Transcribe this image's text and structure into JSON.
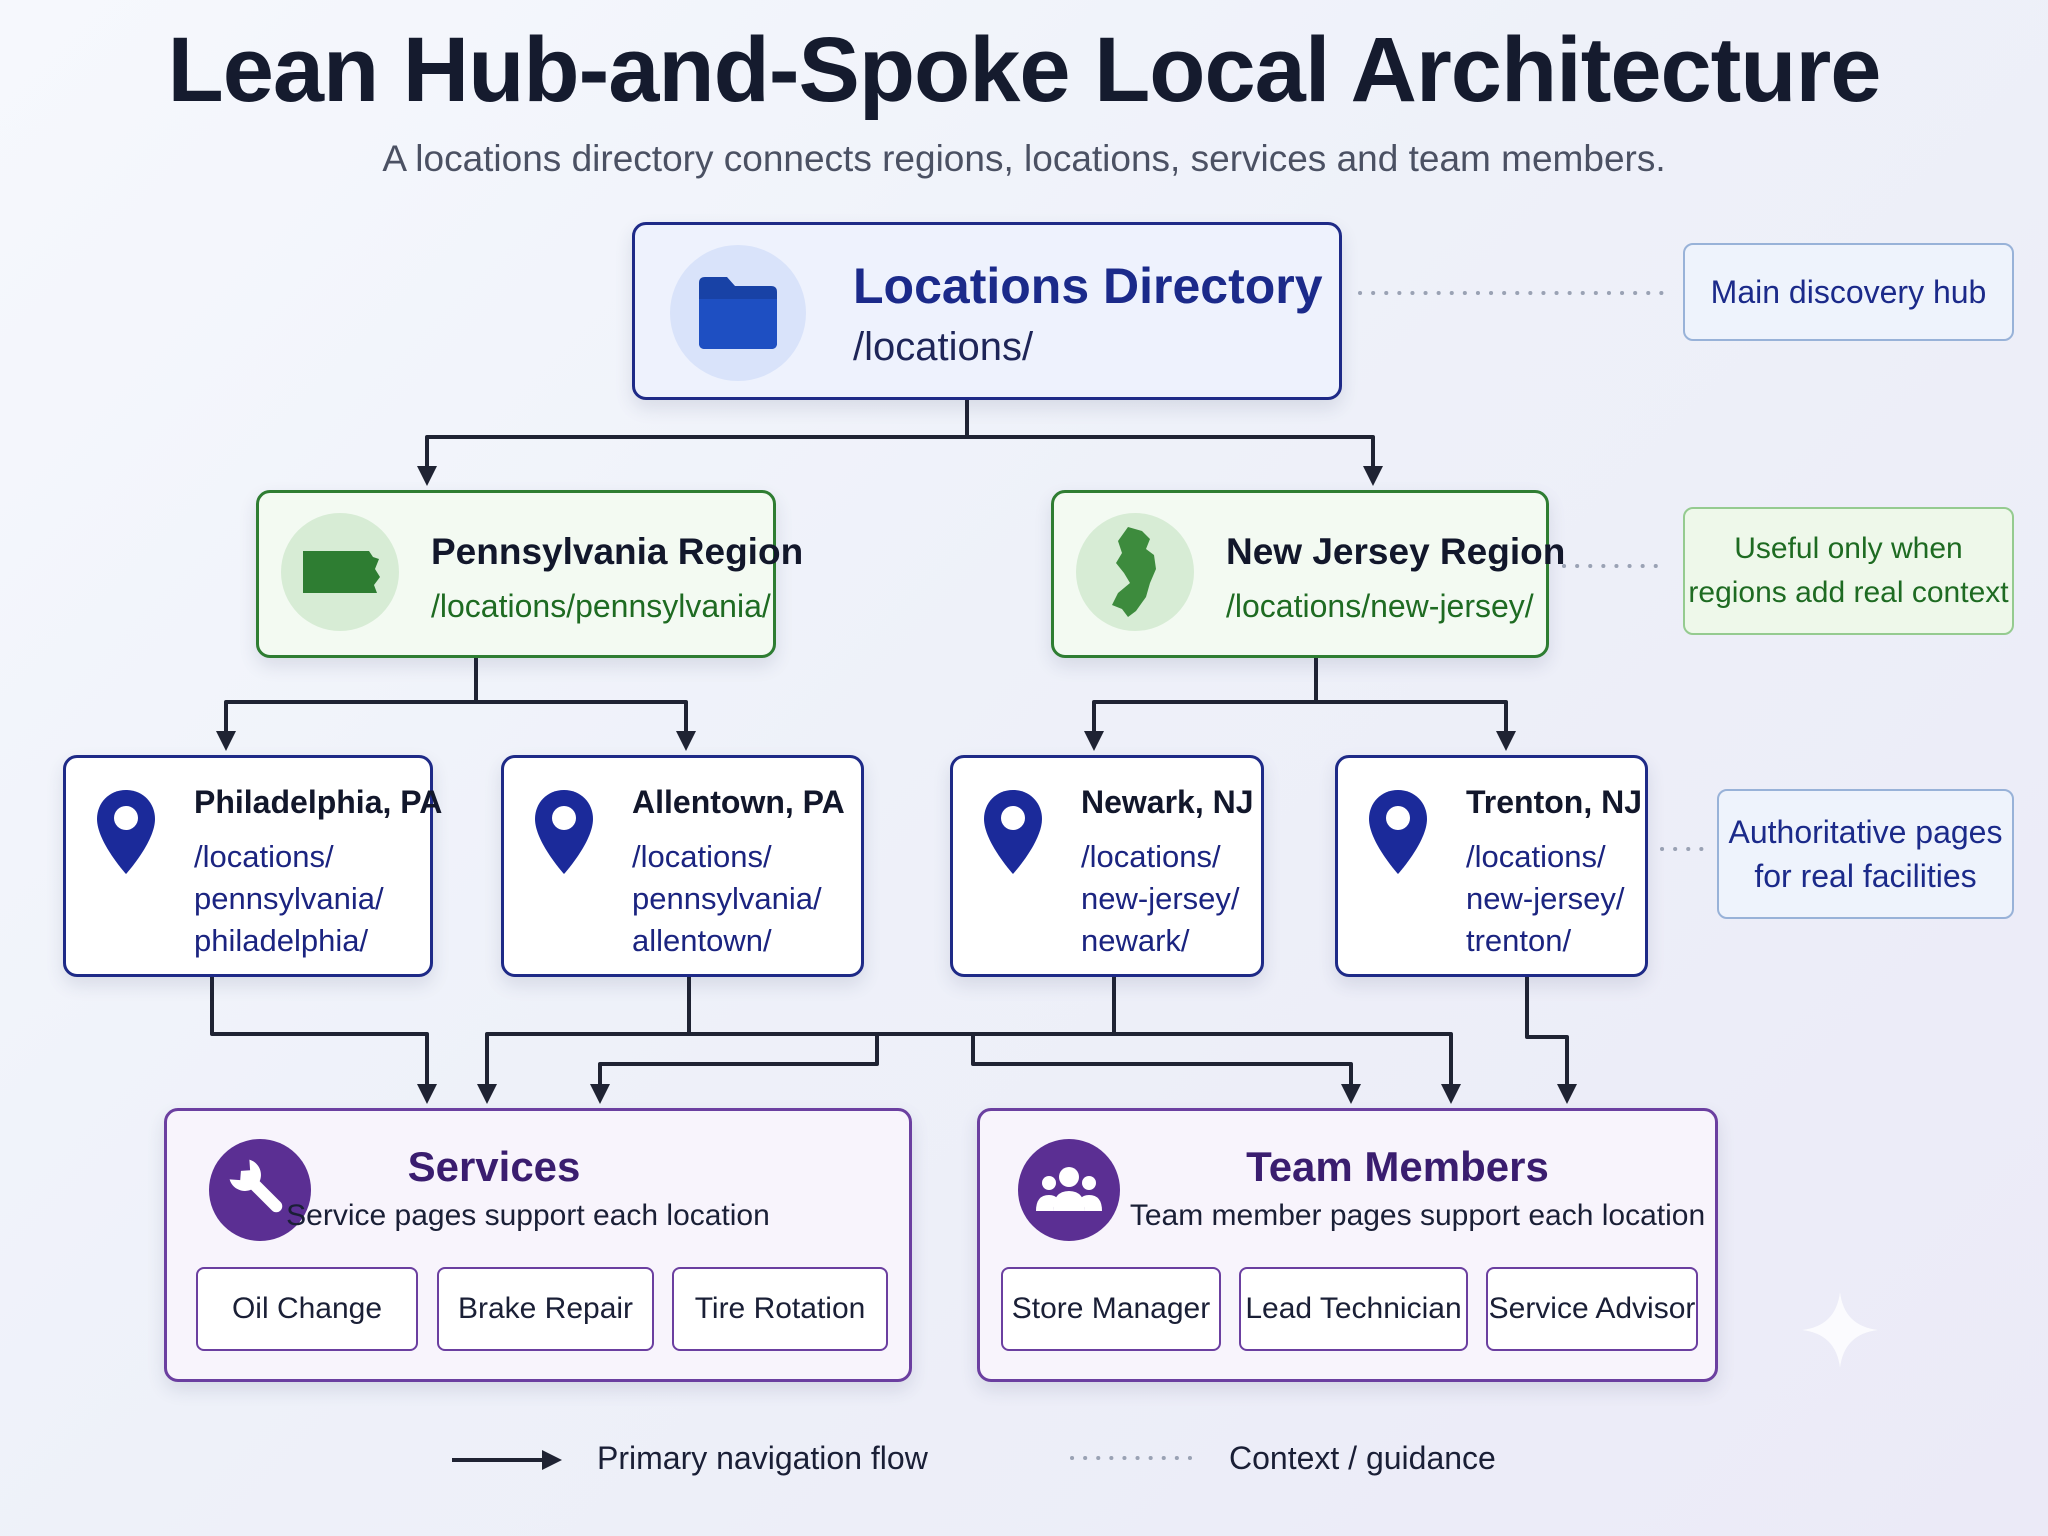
{
  "title": "Lean Hub-and-Spoke Local Architecture",
  "subtitle": "A locations directory connects regions, locations, services and team members.",
  "hub": {
    "title": "Locations Directory",
    "path": "/locations/",
    "icon": "folder-icon",
    "color": "#1b2a8a"
  },
  "regions": [
    {
      "title": "Pennsylvania Region",
      "path": "/locations/pennsylvania/",
      "icon": "pennsylvania-state-icon"
    },
    {
      "title": "New Jersey Region",
      "path": "/locations/new-jersey/",
      "icon": "new-jersey-state-icon"
    }
  ],
  "locations": [
    {
      "title": "Philadelphia, PA",
      "path": [
        "/locations/",
        "pennsylvania/",
        "philadelphia/"
      ]
    },
    {
      "title": "Allentown, PA",
      "path": [
        "/locations/",
        "pennsylvania/",
        "allentown/"
      ]
    },
    {
      "title": "Newark, NJ",
      "path": [
        "/locations/",
        "new-jersey/",
        "newark/"
      ]
    },
    {
      "title": "Trenton, NJ",
      "path": [
        "/locations/",
        "new-jersey/",
        "trenton/"
      ]
    }
  ],
  "services": {
    "title": "Services",
    "description": "Service pages support each location",
    "icon": "wrench-icon",
    "items": [
      "Oil Change",
      "Brake Repair",
      "Tire Rotation"
    ]
  },
  "team": {
    "title": "Team Members",
    "description": "Team member pages support each location",
    "icon": "team-icon",
    "items": [
      "Store Manager",
      "Lead Technician",
      "Service Advisor"
    ]
  },
  "notes": {
    "hub": "Main discovery hub",
    "regions": [
      "Useful only when",
      "regions add real context"
    ],
    "locations": [
      "Authoritative pages",
      "for real facilities"
    ]
  },
  "legend": {
    "primary": "Primary navigation flow",
    "context": "Context / guidance"
  },
  "colors": {
    "hub_blue": "#1e2a87",
    "region_green": "#2e7d32",
    "group_purple": "#6b3fa0",
    "connector": "#1f2333",
    "guide_dots": "#9aa2b4"
  }
}
